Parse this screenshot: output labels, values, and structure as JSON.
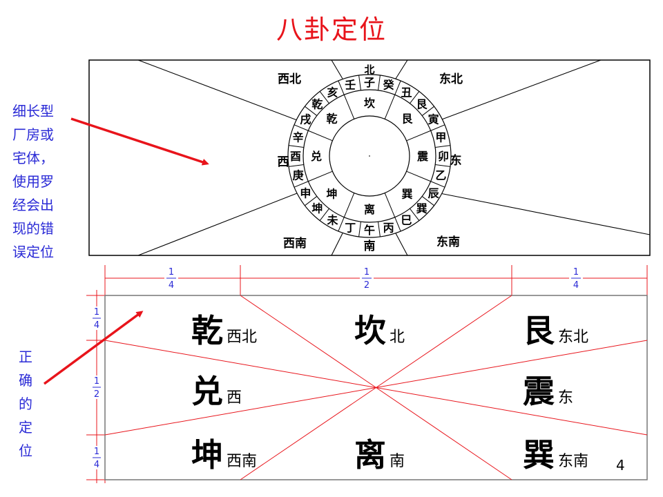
{
  "title": "八卦定位",
  "wrong_note": [
    "细长型",
    "厂房或",
    "宅体，",
    "使用罗",
    "经会出",
    "现的错",
    "误定位"
  ],
  "right_note": [
    "正",
    "确",
    "的",
    "定",
    "位"
  ],
  "page_number": "4",
  "compass": {
    "directions": {
      "n": "北",
      "ne": "东北",
      "e": "东",
      "se": "东南",
      "s": "南",
      "sw": "西南",
      "w": "西",
      "nw": "西北"
    },
    "outer_ring": [
      "子",
      "癸",
      "丑",
      "艮",
      "寅",
      "甲",
      "卯",
      "乙",
      "辰",
      "巽",
      "巳",
      "丙",
      "午",
      "丁",
      "未",
      "坤",
      "申",
      "庚",
      "酉",
      "辛",
      "戌",
      "乾",
      "亥",
      "壬"
    ],
    "inner_ring": [
      "坎",
      "艮",
      "震",
      "巽",
      "离",
      "坤",
      "兑",
      "乾"
    ]
  },
  "grid": {
    "top_fractions": [
      "1/4",
      "1/2",
      "1/4"
    ],
    "side_fractions": [
      "1/4",
      "1/2",
      "1/4"
    ],
    "cells": [
      {
        "trigram": "乾",
        "direction": "西北"
      },
      {
        "trigram": "坎",
        "direction": "北"
      },
      {
        "trigram": "艮",
        "direction": "东北"
      },
      {
        "trigram": "兑",
        "direction": "西"
      },
      {
        "trigram": "",
        "direction": ""
      },
      {
        "trigram": "震",
        "direction": "东"
      },
      {
        "trigram": "坤",
        "direction": "西南"
      },
      {
        "trigram": "离",
        "direction": "南"
      },
      {
        "trigram": "巽",
        "direction": "东南"
      }
    ]
  }
}
